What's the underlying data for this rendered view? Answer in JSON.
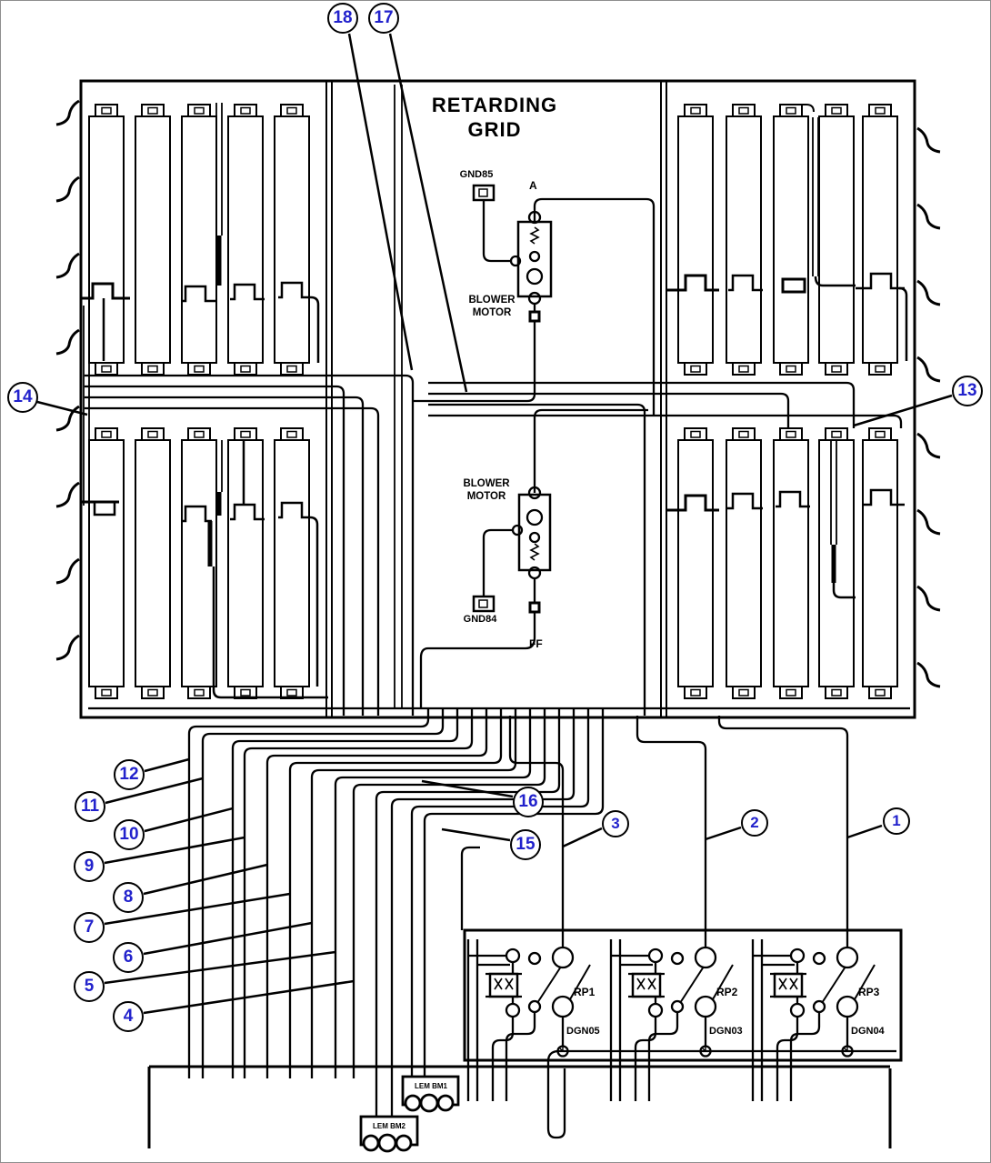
{
  "diagram": {
    "title": {
      "line1": "RETARDING",
      "line2": "GRID"
    }
  },
  "labels": {
    "gnd_top": "GND85",
    "gnd_mid": "GND84",
    "terminal_a": "A",
    "terminal_ff": "FF",
    "blower_top": {
      "line1": "BLOWER",
      "line2": "MOTOR"
    },
    "blower_mid": {
      "line1": "BLOWER",
      "line2": "MOTOR"
    }
  },
  "relay_panel": {
    "relays": [
      {
        "label": "RP1",
        "ground_label": "DGN05"
      },
      {
        "label": "RP2",
        "ground_label": "DGN03"
      },
      {
        "label": "RP3",
        "ground_label": "DGN04"
      }
    ]
  },
  "sensors": {
    "top": "LEM BM1",
    "bottom": "LEM BM2"
  },
  "callouts": [
    {
      "number": "18"
    },
    {
      "number": "17"
    },
    {
      "number": "14"
    },
    {
      "number": "13"
    },
    {
      "number": "12"
    },
    {
      "number": "11"
    },
    {
      "number": "10"
    },
    {
      "number": "9"
    },
    {
      "number": "8"
    },
    {
      "number": "7"
    },
    {
      "number": "6"
    },
    {
      "number": "5"
    },
    {
      "number": "4"
    },
    {
      "number": "16"
    },
    {
      "number": "15"
    },
    {
      "number": "3"
    },
    {
      "number": "2"
    },
    {
      "number": "1"
    }
  ],
  "colors": {
    "line": "#000000",
    "callout_number": "#2222cc",
    "background": "#ffffff",
    "border": "#8e8e8e"
  }
}
